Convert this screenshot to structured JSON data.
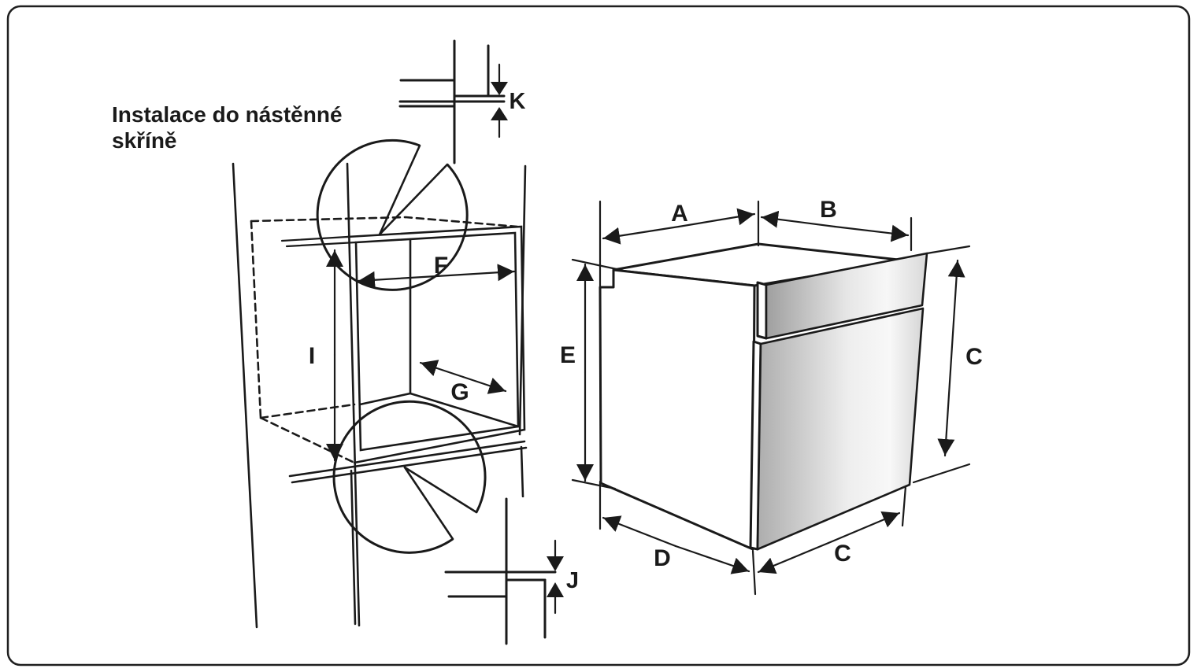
{
  "title": {
    "line1": "Instalace do nástěnné",
    "line2": "skříně"
  },
  "dimension_labels": {
    "a": "A",
    "b": "B",
    "c_side": "C",
    "c_bottom": "C",
    "d": "D",
    "e": "E",
    "f": "F",
    "g": "G",
    "i": "I",
    "j": "J",
    "k": "K"
  },
  "colors": {
    "ink": "#1a1a1a",
    "background": "#ffffff",
    "panel_gradient": [
      "#9f9f9f",
      "#e6e6e6",
      "#f7f7f7",
      "#d9d9d9"
    ],
    "door_gradient": [
      "#adadad",
      "#eeeeee",
      "#f8f8f8",
      "#d6d6d6"
    ]
  }
}
